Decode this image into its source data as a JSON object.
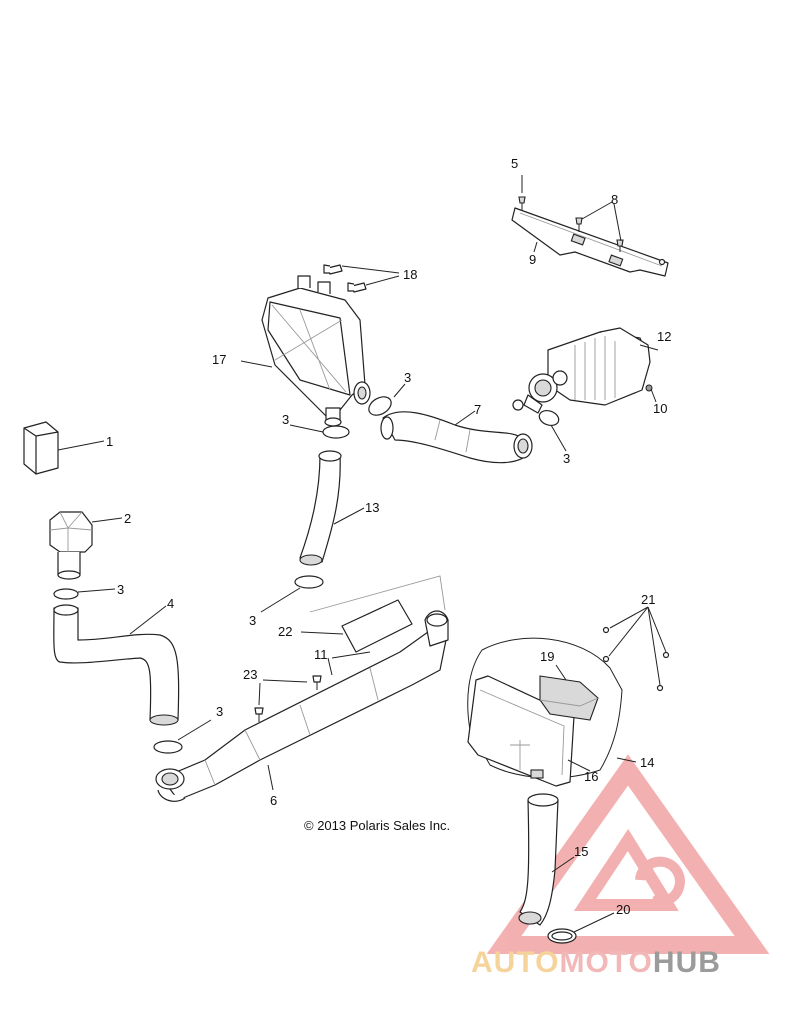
{
  "callouts": {
    "c1": "1",
    "c2": "2",
    "c3a": "3",
    "c3b": "3",
    "c3c": "3",
    "c3d": "3",
    "c3e": "3",
    "c3f": "3",
    "c4": "4",
    "c5": "5",
    "c6": "6",
    "c7": "7",
    "c8": "8",
    "c9": "9",
    "c10": "10",
    "c11": "11",
    "c12": "12",
    "c13": "13",
    "c14": "14",
    "c15": "15",
    "c16": "16",
    "c17": "17",
    "c18": "18",
    "c19": "19",
    "c20": "20",
    "c21": "21",
    "c22": "22",
    "c23": "23"
  },
  "copyright": "© 2013 Polaris Sales Inc.",
  "watermark": {
    "part1": "AUTO",
    "part2": "MOTO",
    "part3": "HUB",
    "color_primary": "#f2b8b8",
    "color_secondary": "#f5d39a",
    "color_grey": "#9b9b9b"
  }
}
